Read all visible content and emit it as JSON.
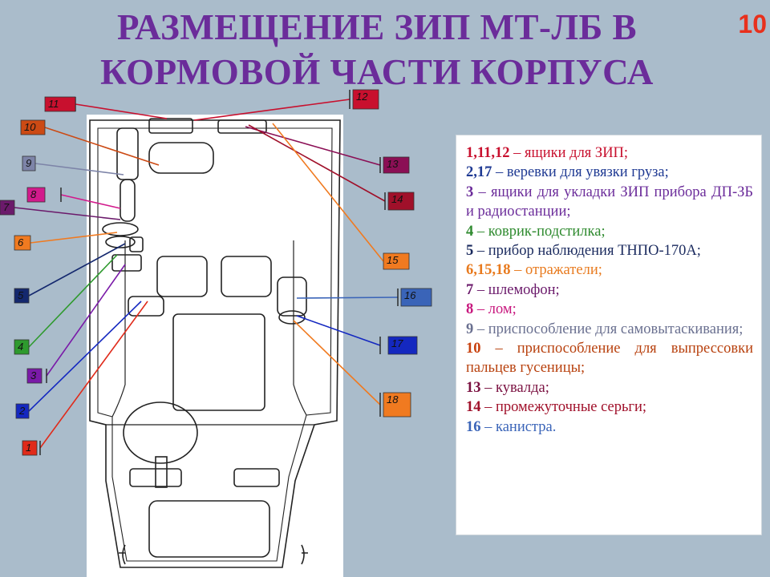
{
  "title": "РАЗМЕЩЕНИЕ ЗИП МТ-ЛБ В КОРМОВОЙ ЧАСТИ КОРПУСА",
  "slide_number": "10",
  "callouts": [
    {
      "label": "11",
      "color": "#c8102e"
    },
    {
      "label": "12",
      "color": "#c8102e"
    },
    {
      "label": "10",
      "color": "#cc4a14"
    },
    {
      "label": "9",
      "color": "#7d84a8"
    },
    {
      "label": "13",
      "color": "#8b0f55"
    },
    {
      "label": "8",
      "color": "#d21a8c"
    },
    {
      "label": "14",
      "color": "#a0102a"
    },
    {
      "label": "7",
      "color": "#6b1a6b"
    },
    {
      "label": "6",
      "color": "#f07a20"
    },
    {
      "label": "15",
      "color": "#f07a20"
    },
    {
      "label": "5",
      "color": "#14286e"
    },
    {
      "label": "16",
      "color": "#3a64b8"
    },
    {
      "label": "4",
      "color": "#2e9a2e"
    },
    {
      "label": "17",
      "color": "#1428c0"
    },
    {
      "label": "3",
      "color": "#7a1aa8"
    },
    {
      "label": "2",
      "color": "#1428c0"
    },
    {
      "label": "18",
      "color": "#f07a20"
    },
    {
      "label": "1",
      "color": "#e02a1a"
    }
  ],
  "legend": [
    {
      "num": "1,11,12",
      "text": " – ящики для ЗИП;",
      "color": "#c8102e",
      "num_color": "#c8102e"
    },
    {
      "num": "2,17",
      "text": " – веревки для увязки груза;",
      "color": "#1f3a93",
      "num_color": "#1f3a93"
    },
    {
      "num": "3",
      "text": " – ящики для укладки ЗИП прибора ДП-ЗБ и радиостанции;",
      "color": "#6b2c9a",
      "num_color": "#6b2c9a"
    },
    {
      "num": "4",
      "text": " – коврик-подстилка;",
      "color": "#2e8a2e",
      "num_color": "#2e8a2e"
    },
    {
      "num": "5",
      "text": " – прибор наблюдения ТНПО-170А;",
      "color": "#1a2a5e",
      "num_color": "#1a2a5e"
    },
    {
      "num": "6,15,18",
      "text": " – отражатели;",
      "color": "#e87a1e",
      "num_color": "#e87a1e"
    },
    {
      "num": "7",
      "text": " – шлемофон;",
      "color": "#6b1a6b",
      "num_color": "#6b1a6b"
    },
    {
      "num": "8",
      "text": " – лом;",
      "color": "#c8187e",
      "num_color": "#c8187e"
    },
    {
      "num": "9",
      "text": " – приспособление для самовытаскивания;",
      "color": "#6a7090",
      "num_color": "#6a7090"
    },
    {
      "num": "10",
      "text": " – приспособление для выпрессовки пальцев гусеницы;",
      "color": "#b8410e",
      "num_color": "#c8410e"
    },
    {
      "num": "13",
      "text": " – кувалда;",
      "color": "#7a1040",
      "num_color": "#7a1040"
    },
    {
      "num": "14",
      "text": " – промежуточные серьги;",
      "color": "#a0102a",
      "num_color": "#a0102a"
    },
    {
      "num": "16",
      "text": " – канистра.",
      "color": "#3a64b8",
      "num_color": "#3a64b8"
    }
  ]
}
